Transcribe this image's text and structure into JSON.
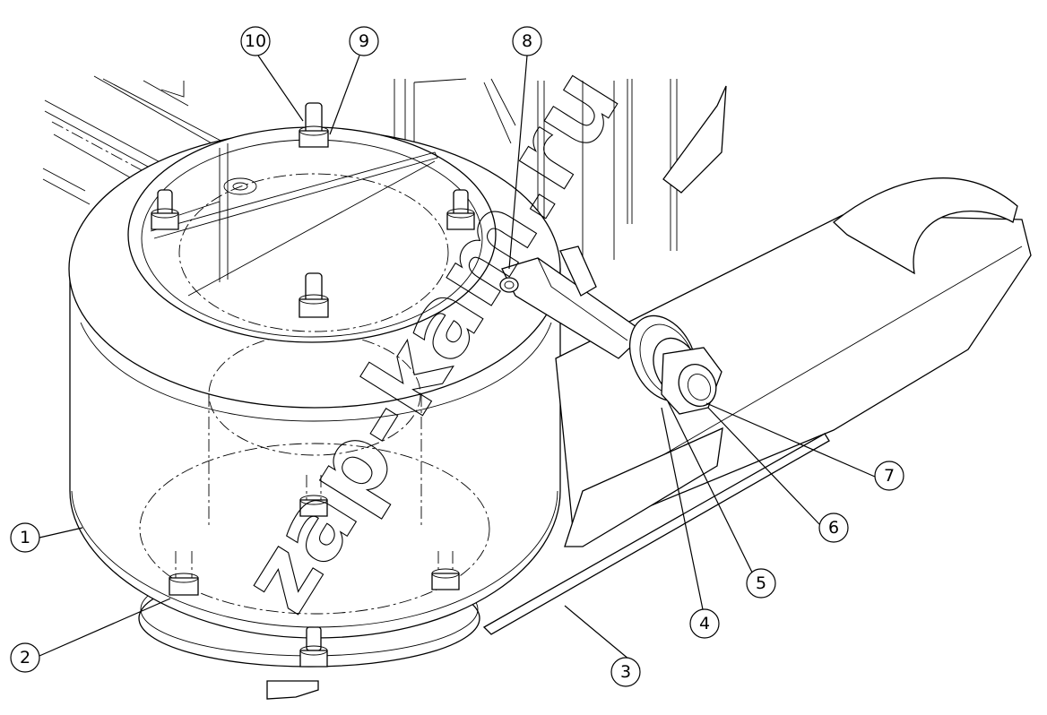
{
  "watermark": "zap-kam.ru",
  "callouts": [
    {
      "label": "1"
    },
    {
      "label": "2"
    },
    {
      "label": "3"
    },
    {
      "label": "4"
    },
    {
      "label": "5"
    },
    {
      "label": "6"
    },
    {
      "label": "7"
    },
    {
      "label": "8"
    },
    {
      "label": "9"
    },
    {
      "label": "10"
    }
  ]
}
